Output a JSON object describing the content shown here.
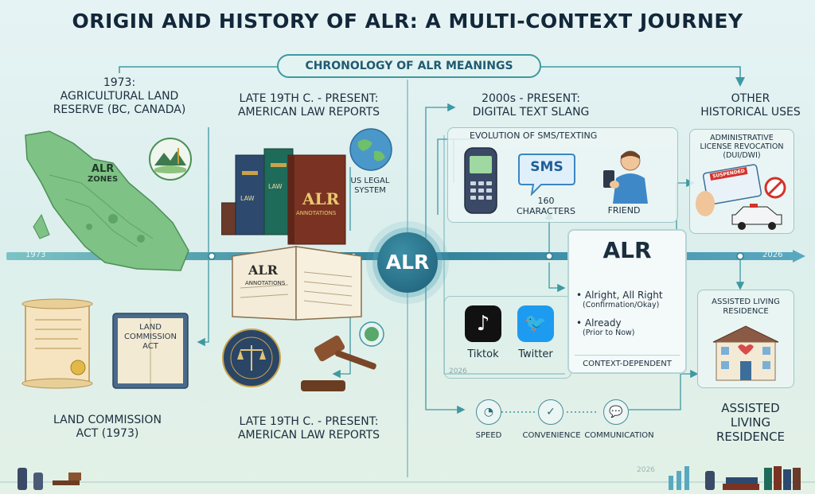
{
  "title": "ORIGIN AND HISTORY OF ALR: A MULTI-CONTEXT JOURNEY",
  "chronology_label": "CHRONOLOGY OF ALR MEANINGS",
  "timeline": {
    "start": "1973",
    "end": "2026",
    "hub": "ALR",
    "faint_year_a": "2026",
    "faint_year_b": "2026"
  },
  "agri": {
    "year": "1973:",
    "name_line1": "AGRICULTURAL LAND",
    "name_line2": "RESERVE (BC, CANADA)",
    "map_label_1": "ALR",
    "map_label_2": "ZONES",
    "book_line1": "LAND",
    "book_line2": "COMMISSION",
    "book_line3": "ACT",
    "bottom_line1": "LAND COMMISSION",
    "bottom_line2": "ACT (1973)"
  },
  "law": {
    "top_line1": "LATE 19TH C. - PRESENT:",
    "top_line2": "AMERICAN LAW REPORTS",
    "system_line1": "US LEGAL",
    "system_line2": "SYSTEM",
    "spine_1": "LAW",
    "spine_2": "LAW",
    "book_title": "ALR",
    "book_sub": "ANNOTATIONS",
    "open_title": "ALR",
    "open_sub": "ANNOTATIONS",
    "bottom_line1": "LATE 19TH C. - PRESENT:",
    "bottom_line2": "AMERICAN LAW REPORTS"
  },
  "digital": {
    "head_line1": "2000s - PRESENT:",
    "head_line2": "DIGITAL TEXT SLANG",
    "evolution": "EVOLUTION OF SMS/TEXTING",
    "sms": "SMS",
    "chars_line1": "160",
    "chars_line2": "CHARACTERS",
    "friend": "FRIEND",
    "tiktok": "Tiktok",
    "twitter": "Twitter",
    "card": {
      "title": "ALR",
      "m1": "• Alright, All Right",
      "m1_sub": "(Confirmation/Okay)",
      "m2": "• Already",
      "m2_sub": "(Prior to Now)",
      "footer": "CONTEXT-DEPENDENT"
    },
    "benefits": [
      "SPEED",
      "CONVENIENCE",
      "COMMUNICATION"
    ]
  },
  "other": {
    "head_line1": "OTHER",
    "head_line2": "HISTORICAL USES",
    "admin_line1": "ADMINISTRATIVE",
    "admin_line2": "LICENSE REVOCATION",
    "admin_line3": "(DUI/DWI)",
    "suspended": "SUSPENDED",
    "assisted_line1": "ASSISTED LIVING",
    "assisted_line2": "RESIDENCE",
    "bottom_line1": "ASSISTED",
    "bottom_line2": "LIVING",
    "bottom_line3": "RESIDENCE"
  },
  "colors": {
    "accent": "#3f98a2",
    "hub": "#1d5d76",
    "title": "#12273a",
    "map": "#6fb57a"
  }
}
